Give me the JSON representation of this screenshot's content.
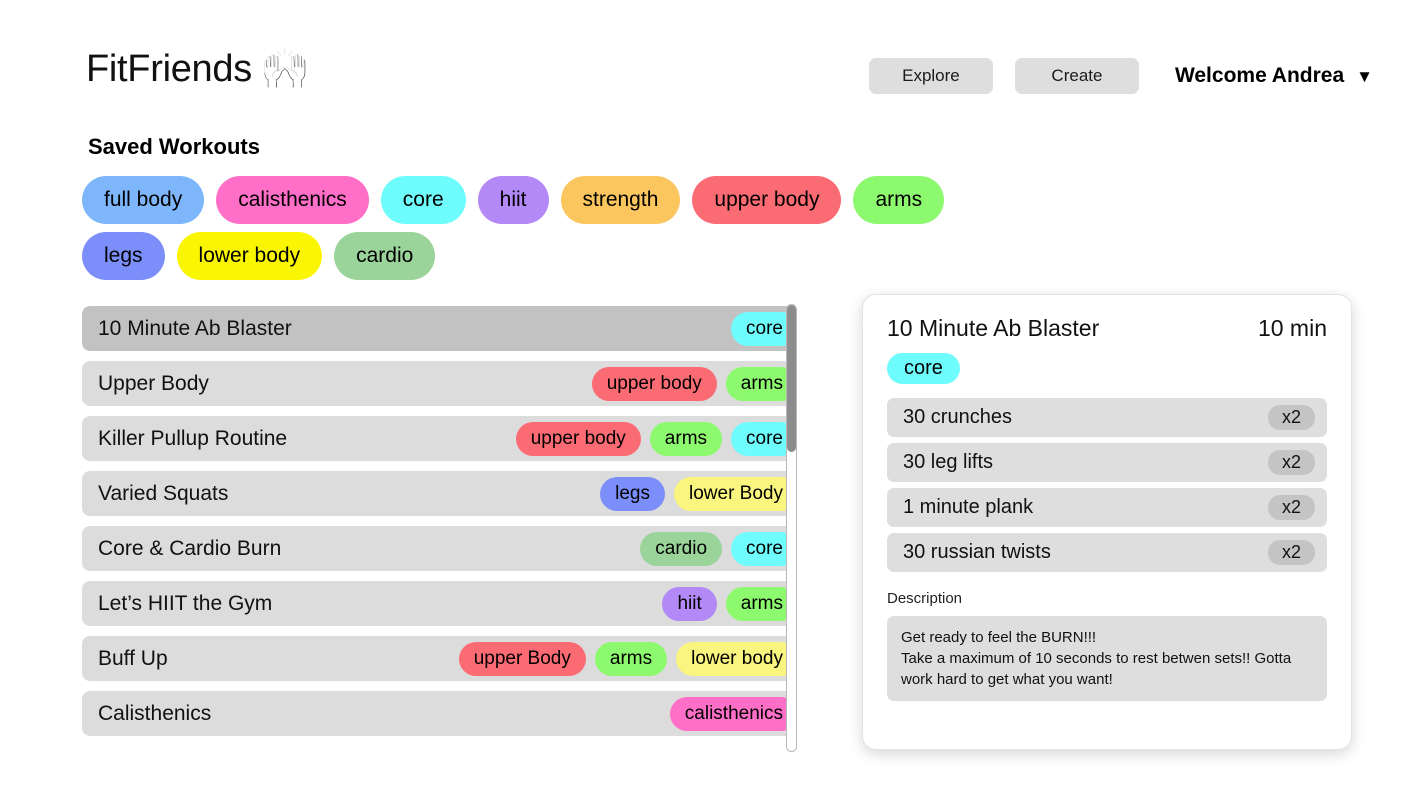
{
  "header": {
    "brand_name": "FitFriends",
    "brand_icon": "raising-hands-icon",
    "brand_icon_glyph": "🙌",
    "explore_label": "Explore",
    "create_label": "Create",
    "welcome_label": "Welcome Andrea",
    "caret_glyph": "▼"
  },
  "section": {
    "title": "Saved Workouts"
  },
  "tag_colors": {
    "full body": "#7eb6fb",
    "calisthenics": "#ff6ec7",
    "core": "#6ffcfc",
    "hiit": "#b388f7",
    "strength": "#fbc65e",
    "upper body": "#fb6b73",
    "upper Body": "#fb6b73",
    "arms": "#8df96e",
    "legs": "#7b8efa",
    "lower body": "#faf500",
    "lower Body": "#faf57e",
    "cardio": "#9bd49b"
  },
  "row_tag_colors": {
    "core": "#6ffcfc",
    "upper body": "#fb6b73",
    "upper Body": "#fb6b73",
    "arms": "#8df96e",
    "legs": "#7b8efa",
    "lower Body": "#faf57e",
    "lower body": "#faf57e",
    "cardio": "#9bd49b",
    "hiit": "#b388f7",
    "calisthenics": "#ff6ec7"
  },
  "filter_tags": [
    {
      "label": "full body"
    },
    {
      "label": "calisthenics"
    },
    {
      "label": "core"
    },
    {
      "label": "hiit"
    },
    {
      "label": "strength"
    },
    {
      "label": "upper body"
    },
    {
      "label": "arms"
    },
    {
      "label": "legs"
    },
    {
      "label": "lower body"
    },
    {
      "label": "cardio"
    }
  ],
  "workouts": [
    {
      "name": "10 Minute Ab Blaster",
      "tags": [
        "core"
      ],
      "selected": true
    },
    {
      "name": "Upper Body",
      "tags": [
        "upper body",
        "arms"
      ],
      "selected": false
    },
    {
      "name": "Killer Pullup Routine",
      "tags": [
        "upper body",
        "arms",
        "core"
      ],
      "selected": false
    },
    {
      "name": "Varied Squats",
      "tags": [
        "legs",
        "lower Body"
      ],
      "selected": false
    },
    {
      "name": "Core & Cardio Burn",
      "tags": [
        "cardio",
        "core"
      ],
      "selected": false
    },
    {
      "name": "Let’s HIIT the Gym",
      "tags": [
        "hiit",
        "arms"
      ],
      "selected": false
    },
    {
      "name": "Buff Up",
      "tags": [
        "upper Body",
        "arms",
        "lower body"
      ],
      "selected": false
    },
    {
      "name": "Calisthenics",
      "tags": [
        "calisthenics"
      ],
      "selected": false
    }
  ],
  "detail": {
    "title": "10 Minute Ab Blaster",
    "duration": "10 min",
    "tags": [
      "core"
    ],
    "exercises": [
      {
        "name": "30 crunches",
        "reps": "x2"
      },
      {
        "name": "30 leg lifts",
        "reps": "x2"
      },
      {
        "name": "1 minute plank",
        "reps": "x2"
      },
      {
        "name": "30 russian twists",
        "reps": "x2"
      }
    ],
    "description_label": "Description",
    "description": "Get ready to feel the BURN!!!\nTake a maximum of 10 seconds to rest betwen sets!! Gotta work hard to get what you want!"
  },
  "scrollbar": {
    "thumb_position_percent": 0,
    "thumb_size_percent": 33
  }
}
